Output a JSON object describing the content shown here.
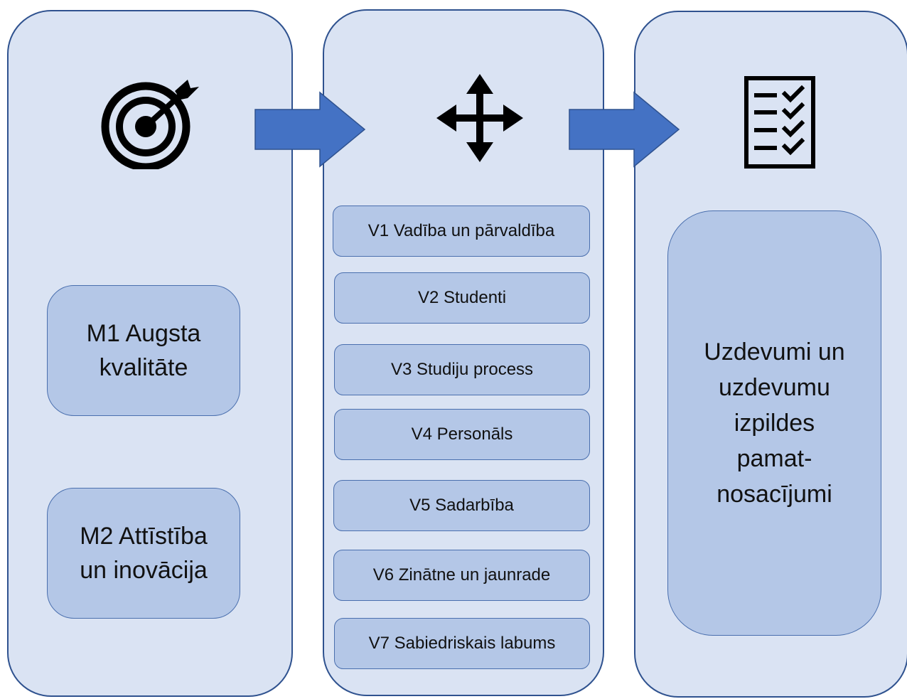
{
  "colors": {
    "panel_fill": "#dae3f3",
    "panel_border": "#2f528f",
    "box_fill": "#b4c7e7",
    "arrow_fill": "#4472c4",
    "icon": "#000000"
  },
  "goals": {
    "icon": "target-icon",
    "items": [
      {
        "label": "M1 Augsta kvalitāte",
        "line1": "M1 Augsta",
        "line2": "kvalitāte"
      },
      {
        "label": "M2 Attīstība un inovācija",
        "line1": "M2 Attīstība",
        "line2": "un inovācija"
      }
    ]
  },
  "directions": {
    "icon": "move-arrows-icon",
    "items": [
      "V1 Vadība un pārvaldība",
      "V2 Studenti",
      "V3 Studiju process",
      "V4 Personāls",
      "V5 Sadarbība",
      "V6 Zinātne un jaunrade",
      "V7 Sabiedriskais labums"
    ]
  },
  "tasks": {
    "icon": "checklist-icon",
    "lines": [
      "Uzdevumi un",
      "uzdevumu",
      "izpildes",
      "pamat-",
      "nosacījumi"
    ]
  }
}
